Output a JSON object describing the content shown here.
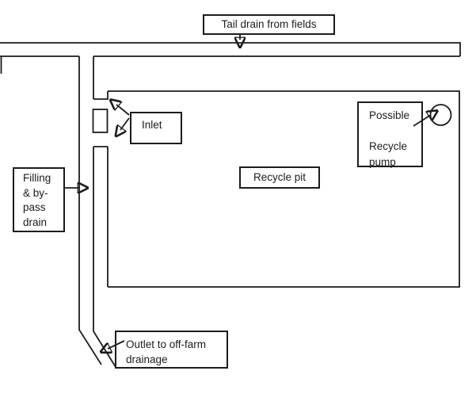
{
  "diagram": {
    "type": "farm-drainage-schematic",
    "colors": {
      "background": "#ffffff",
      "line": "#1c1c1c"
    },
    "labels": {
      "tail_drain": "Tail drain from fields",
      "inlet": "Inlet",
      "filling_bypass": "Filling\n& by-\npass\ndrain",
      "recycle_pit": "Recycle pit",
      "recycle_pump": "Possible\n\nRecycle\npump",
      "outlet": "Outlet to off-farm\ndrainage"
    }
  }
}
